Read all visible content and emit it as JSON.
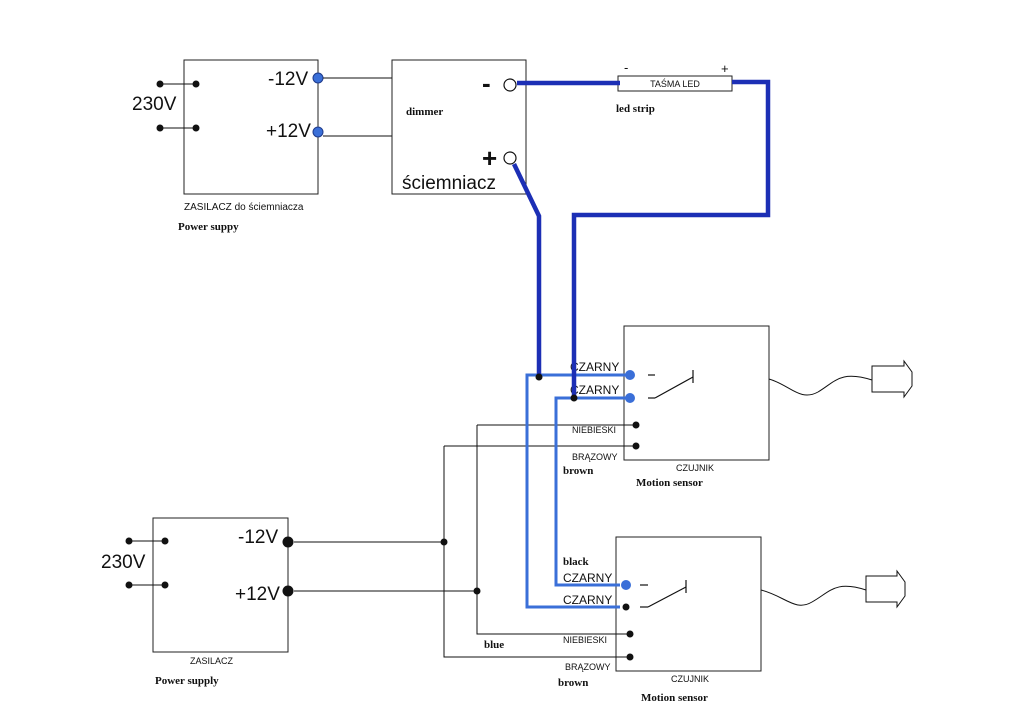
{
  "colors": {
    "wire_blue": "#3a6fd8",
    "wire_navy": "#1c2fb5"
  },
  "top_power": {
    "voltage_in": "230V",
    "neg": "-12V",
    "pos": "+12V",
    "label_pl": "ZASILACZ do ściemniacza",
    "label_en": "Power suppy"
  },
  "dimmer": {
    "label_en": "dimmer",
    "label_pl": "ściemniacz",
    "minus": "-",
    "plus": "+"
  },
  "led": {
    "label_pl": "TAŚMA LED",
    "label_en": "led strip",
    "minus": "-",
    "plus": "+"
  },
  "sensor1": {
    "black1": "CZARNY",
    "black2": "CZARNY",
    "blue": "NIEBIESKI",
    "brown_pl": "BRĄZOWY",
    "brown_en": "brown",
    "label_pl": "CZUJNIK",
    "label_en": "Motion sensor"
  },
  "sensor2": {
    "black_en": "black",
    "black1": "CZARNY",
    "black2": "CZARNY",
    "blue": "NIEBIESKI",
    "blue_en": "blue",
    "brown_pl": "BRĄZOWY",
    "brown_en": "brown",
    "label_pl": "CZUJNIK",
    "label_en": "Motion sensor"
  },
  "bottom_power": {
    "voltage_in": "230V",
    "neg": "-12V",
    "pos": "+12V",
    "label_pl": "ZASILACZ",
    "label_en": "Power supply"
  }
}
